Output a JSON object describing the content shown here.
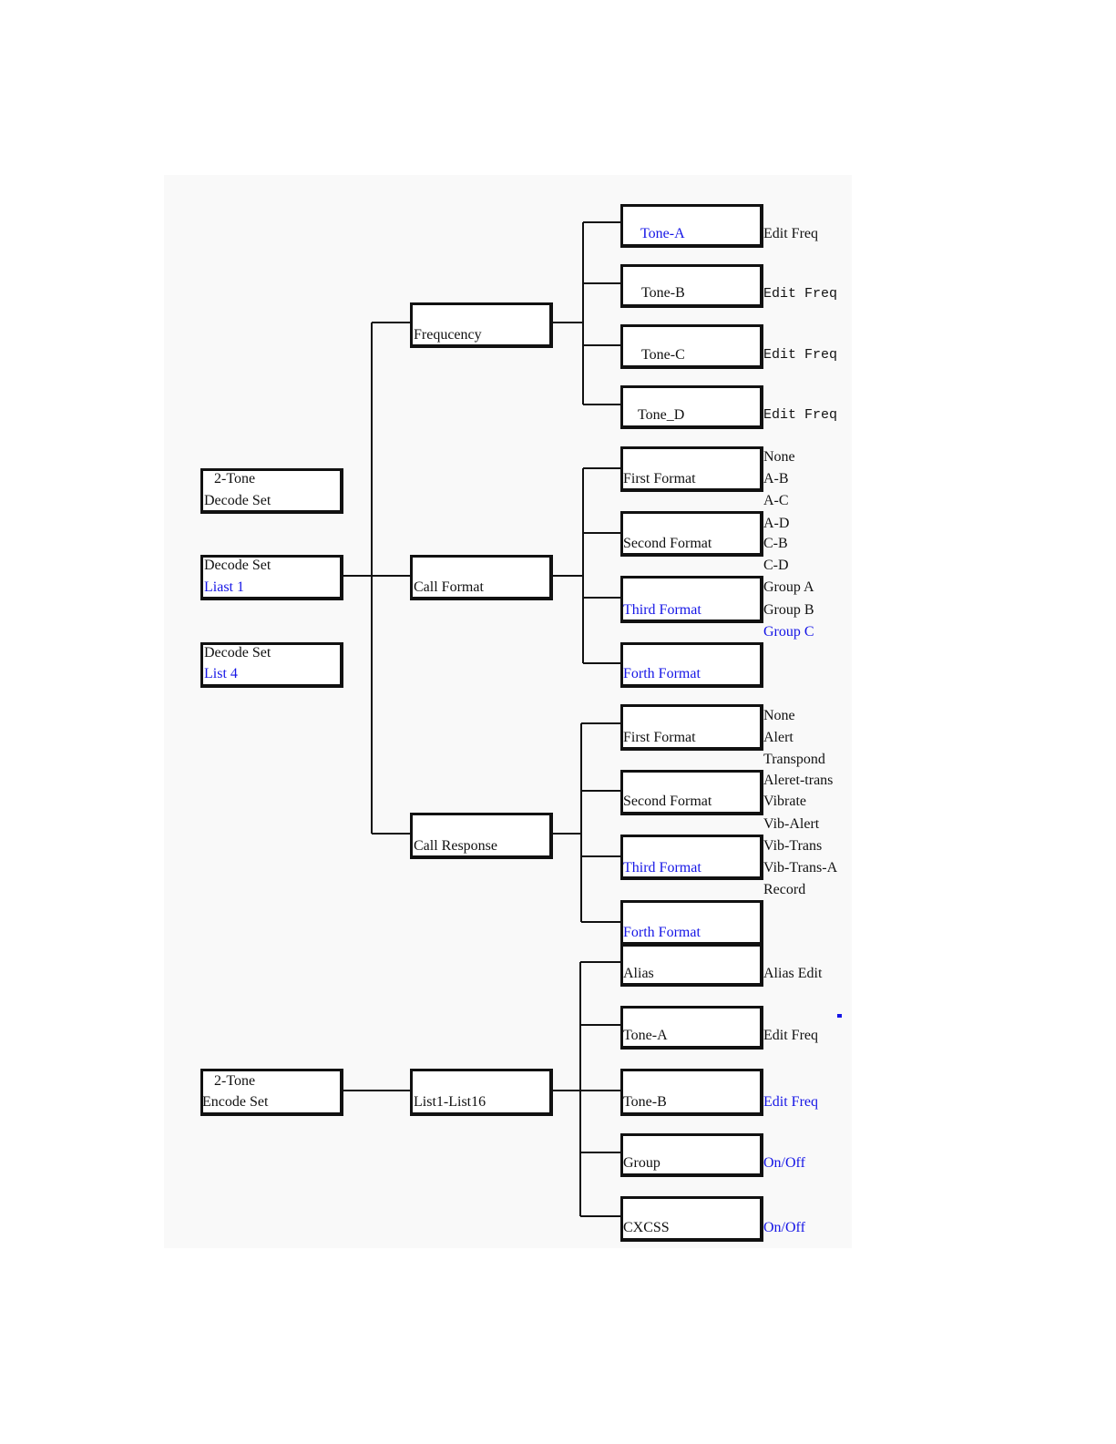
{
  "colors": {
    "line": "#111111",
    "highlight": "#1515e6"
  },
  "left_menu": {
    "decode_set_2tone": [
      "2-Tone",
      "Decode Set"
    ],
    "decode_list1": [
      "Decode Set",
      "Liast 1"
    ],
    "decode_list4": [
      "Decode Set",
      "List 4"
    ],
    "encode_set_2tone": [
      "2-Tone",
      "Encode Set"
    ]
  },
  "decode_tree": {
    "frequency": {
      "label": "Frequcency",
      "tones": [
        {
          "label": "Tone-A",
          "option": "Edit Freq"
        },
        {
          "label": "Tone-B",
          "option": "Edit Freq"
        },
        {
          "label": "Tone-C",
          "option": "Edit Freq"
        },
        {
          "label": "Tone_D",
          "option": "Edit Freq"
        }
      ]
    },
    "call_format": {
      "label": "Call Format",
      "formats": [
        "First Format",
        "Second Format",
        "Third Format",
        "Forth Format"
      ],
      "options": [
        "None",
        "A-B",
        "A-C",
        "A-D",
        "C-B",
        "C-D",
        "Group A",
        "Group B",
        "Group C"
      ]
    },
    "call_response": {
      "label": "Call Response",
      "formats": [
        "First Format",
        "Second Format",
        "Third Format",
        "Forth Format"
      ],
      "options": [
        "None",
        "Alert",
        "Transpond",
        "Aleret-trans",
        "Vibrate",
        "Vib-Alert",
        "Vib-Trans",
        "Vib-Trans-A",
        "Record"
      ]
    }
  },
  "encode_tree": {
    "list": {
      "label": "List1-List16"
    },
    "items": [
      {
        "label": "Alias",
        "option": "Alias Edit"
      },
      {
        "label": "Tone-A",
        "option": "Edit Freq"
      },
      {
        "label": "Tone-B",
        "option": "Edit Freq"
      },
      {
        "label": "Group",
        "option": "On/Off"
      },
      {
        "label": "CXCSS",
        "option": "On/Off"
      }
    ]
  }
}
